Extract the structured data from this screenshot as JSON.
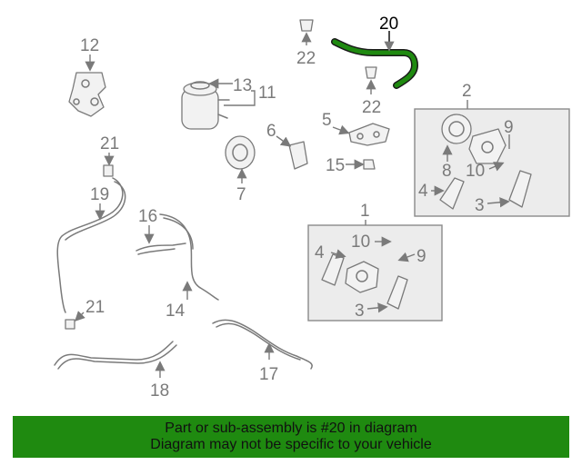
{
  "diagram": {
    "callouts": {
      "c1": "1",
      "c2": "2",
      "c3a": "3",
      "c3b": "3",
      "c4a": "4",
      "c4b": "4",
      "c5": "5",
      "c6": "6",
      "c7": "7",
      "c8": "8",
      "c9a": "9",
      "c9b": "9",
      "c10a": "10",
      "c10b": "10",
      "c11": "11",
      "c12": "12",
      "c13": "13",
      "c14": "14",
      "c15": "15",
      "c16": "16",
      "c17": "17",
      "c18": "18",
      "c19": "19",
      "c20": "20",
      "c21a": "21",
      "c21b": "21",
      "c22a": "22",
      "c22b": "22"
    },
    "highlight_color": "#1f8a10"
  },
  "banner": {
    "line1": "Part or sub-assembly is #20 in diagram",
    "line2": "Diagram may not be specific to your vehicle",
    "background": "#1f8a10"
  }
}
